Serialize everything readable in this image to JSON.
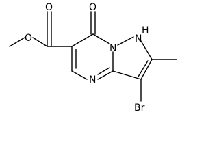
{
  "molecule": {
    "atoms": {
      "carbonyl_o": "O",
      "ester_o": "O",
      "ketone_o": "O",
      "n_bridge": "N",
      "nh_n": "N",
      "nh_h": "H",
      "pyrimidine_n": "N",
      "bromine": "Br"
    }
  }
}
